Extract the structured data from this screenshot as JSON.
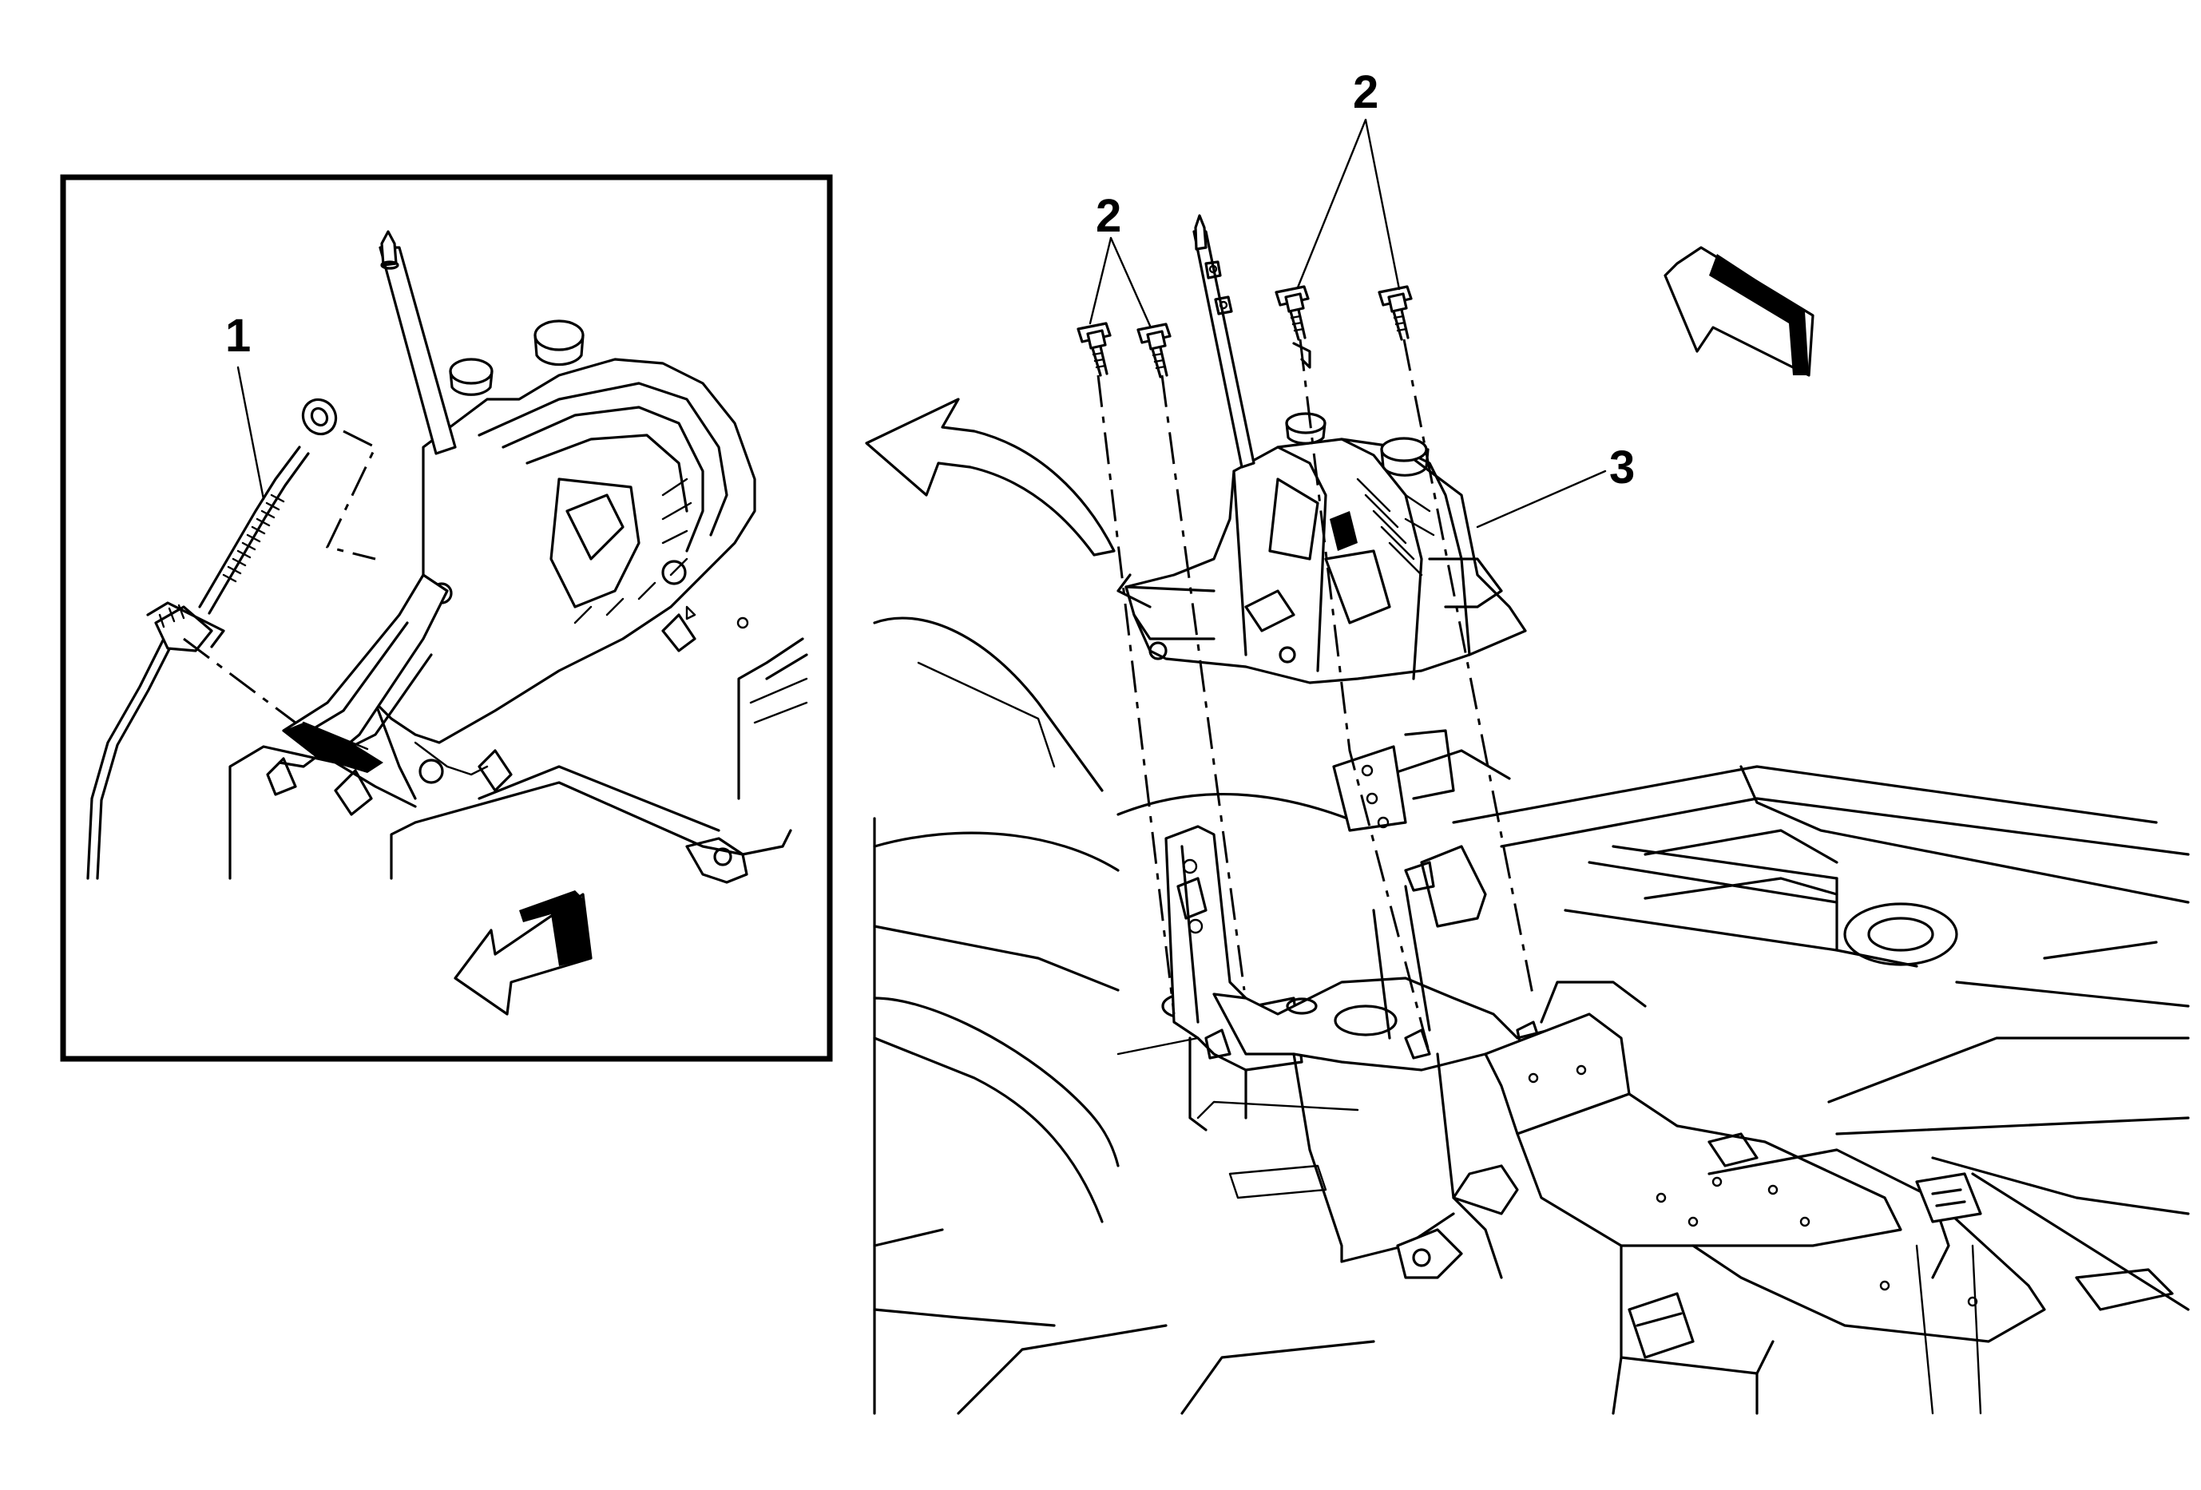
{
  "callouts": {
    "inset_cable": "1",
    "bolts_left": "2",
    "bolts_right": "2",
    "shifter_bracket": "3"
  },
  "icons": {
    "inset_direction": "front-arrow-icon",
    "main_direction": "front-arrow-icon",
    "rotation": "curved-arrow-icon"
  }
}
